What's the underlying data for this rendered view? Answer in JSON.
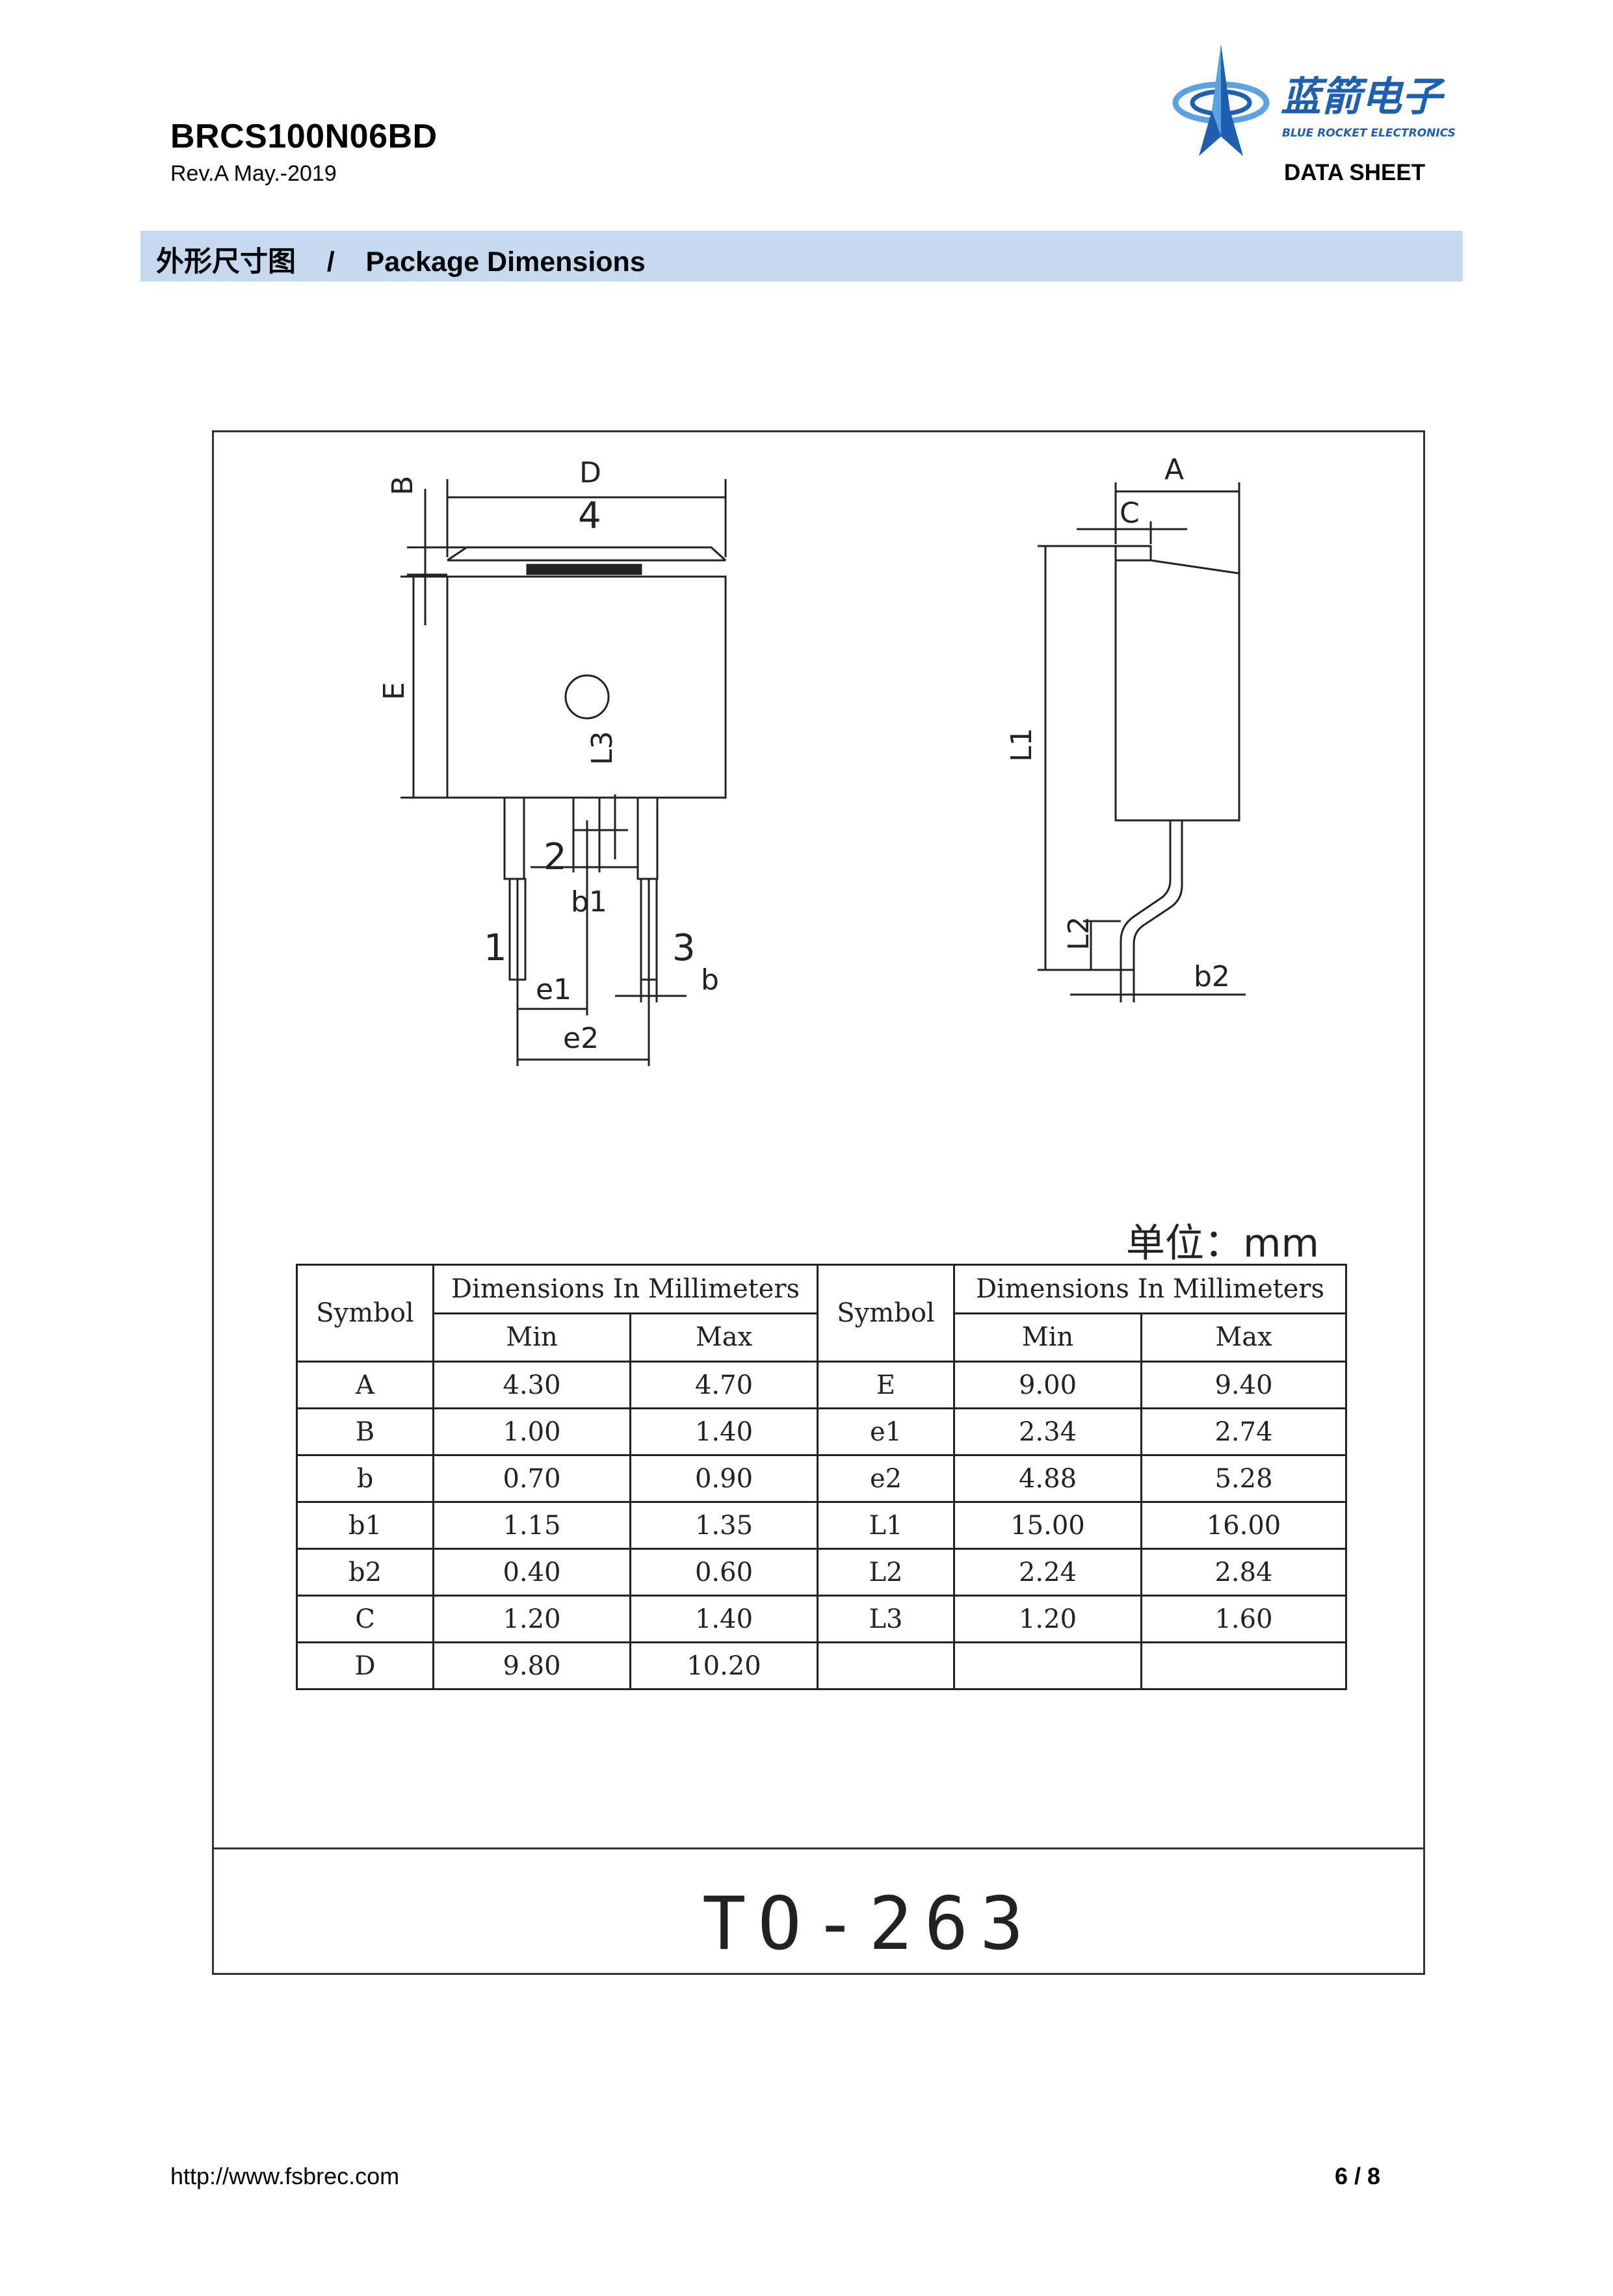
{
  "header": {
    "part_number": "BRCS100N06BD",
    "revision": "Rev.A May.-2019",
    "doc_type": "DATA SHEET",
    "logo": {
      "name_cn": "蓝箭电子",
      "name_en": "BLUE ROCKET ELECTRONICS",
      "icon": "rocket-orbit-logo",
      "colors": {
        "primary": "#1f5fb0",
        "light": "#5aa3e0"
      }
    }
  },
  "section": {
    "title_cn": "外形尺寸图",
    "separator": "/",
    "title_en": "Package Dimensions",
    "bar_color": "#c5d9f1"
  },
  "drawing": {
    "front_labels": {
      "D": "D",
      "B": "B",
      "E": "E",
      "L3": "L3",
      "b1": "b1",
      "b": "b",
      "e1": "e1",
      "e2": "e2",
      "pin1": "1",
      "pin2": "2",
      "pin3": "3",
      "tab": "4"
    },
    "side_labels": {
      "A": "A",
      "C": "C",
      "L1": "L1",
      "L2": "L2",
      "b2": "b2"
    }
  },
  "unit_label": "单位：mm",
  "table": {
    "symbol_header": "Symbol",
    "dim_header": "Dimensions In Millimeters",
    "min_header": "Min",
    "max_header": "Max",
    "left": [
      {
        "symbol": "A",
        "min": "4.30",
        "max": "4.70"
      },
      {
        "symbol": "B",
        "min": "1.00",
        "max": "1.40"
      },
      {
        "symbol": "b",
        "min": "0.70",
        "max": "0.90"
      },
      {
        "symbol": "b1",
        "min": "1.15",
        "max": "1.35"
      },
      {
        "symbol": "b2",
        "min": "0.40",
        "max": "0.60"
      },
      {
        "symbol": "C",
        "min": "1.20",
        "max": "1.40"
      },
      {
        "symbol": "D",
        "min": "9.80",
        "max": "10.20"
      }
    ],
    "right": [
      {
        "symbol": "E",
        "min": "9.00",
        "max": "9.40"
      },
      {
        "symbol": "e1",
        "min": "2.34",
        "max": "2.74"
      },
      {
        "symbol": "e2",
        "min": "4.88",
        "max": "5.28"
      },
      {
        "symbol": "L1",
        "min": "15.00",
        "max": "16.00"
      },
      {
        "symbol": "L2",
        "min": "2.24",
        "max": "2.84"
      },
      {
        "symbol": "L3",
        "min": "1.20",
        "max": "1.60"
      },
      {
        "symbol": "",
        "min": "",
        "max": ""
      }
    ]
  },
  "package_name": "TO-263",
  "footer": {
    "url": "http://www.fsbrec.com",
    "page": "6 / 8"
  }
}
